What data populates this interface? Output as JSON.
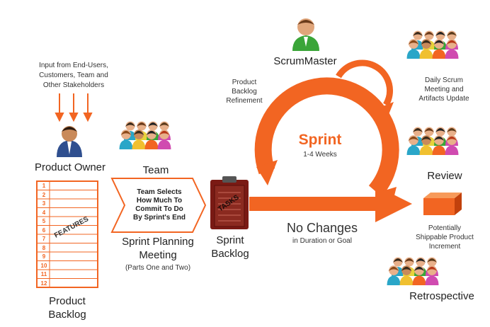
{
  "input_text": [
    "Input from End-Users,",
    "Customers, Team and",
    "Other Stakeholders"
  ],
  "product_owner": "Product Owner",
  "product_backlog": {
    "rows": [
      "1",
      "2",
      "3",
      "4",
      "5",
      "6",
      "7",
      "8",
      "9",
      "10",
      "11",
      "12"
    ],
    "stamp": "FEATURES",
    "label": [
      "Product",
      "Backlog"
    ]
  },
  "team": "Team",
  "team_selects": [
    "Team Selects",
    "How Much To",
    "Commit To Do",
    "By Sprint's End"
  ],
  "sprint_planning": {
    "title": [
      "Sprint Planning",
      "Meeting"
    ],
    "sub": "(Parts One and Two)"
  },
  "sprint_backlog": {
    "stamp": "TASKS",
    "label": [
      "Sprint",
      "Backlog"
    ]
  },
  "scrum_master": "ScrumMaster",
  "refinement": [
    "Product",
    "Backlog",
    "Refinement"
  ],
  "sprint": {
    "title": "Sprint",
    "duration": "1-4 Weeks"
  },
  "no_changes": {
    "title": "No Changes",
    "sub": "in Duration or Goal"
  },
  "daily_scrum": [
    "Daily Scrum",
    "Meeting and",
    "Artifacts Update"
  ],
  "review": "Review",
  "increment": [
    "Potentially",
    "Shippable Product",
    "Increment"
  ],
  "retrospective": "Retrospective",
  "colors": {
    "accent": "#f26522"
  }
}
